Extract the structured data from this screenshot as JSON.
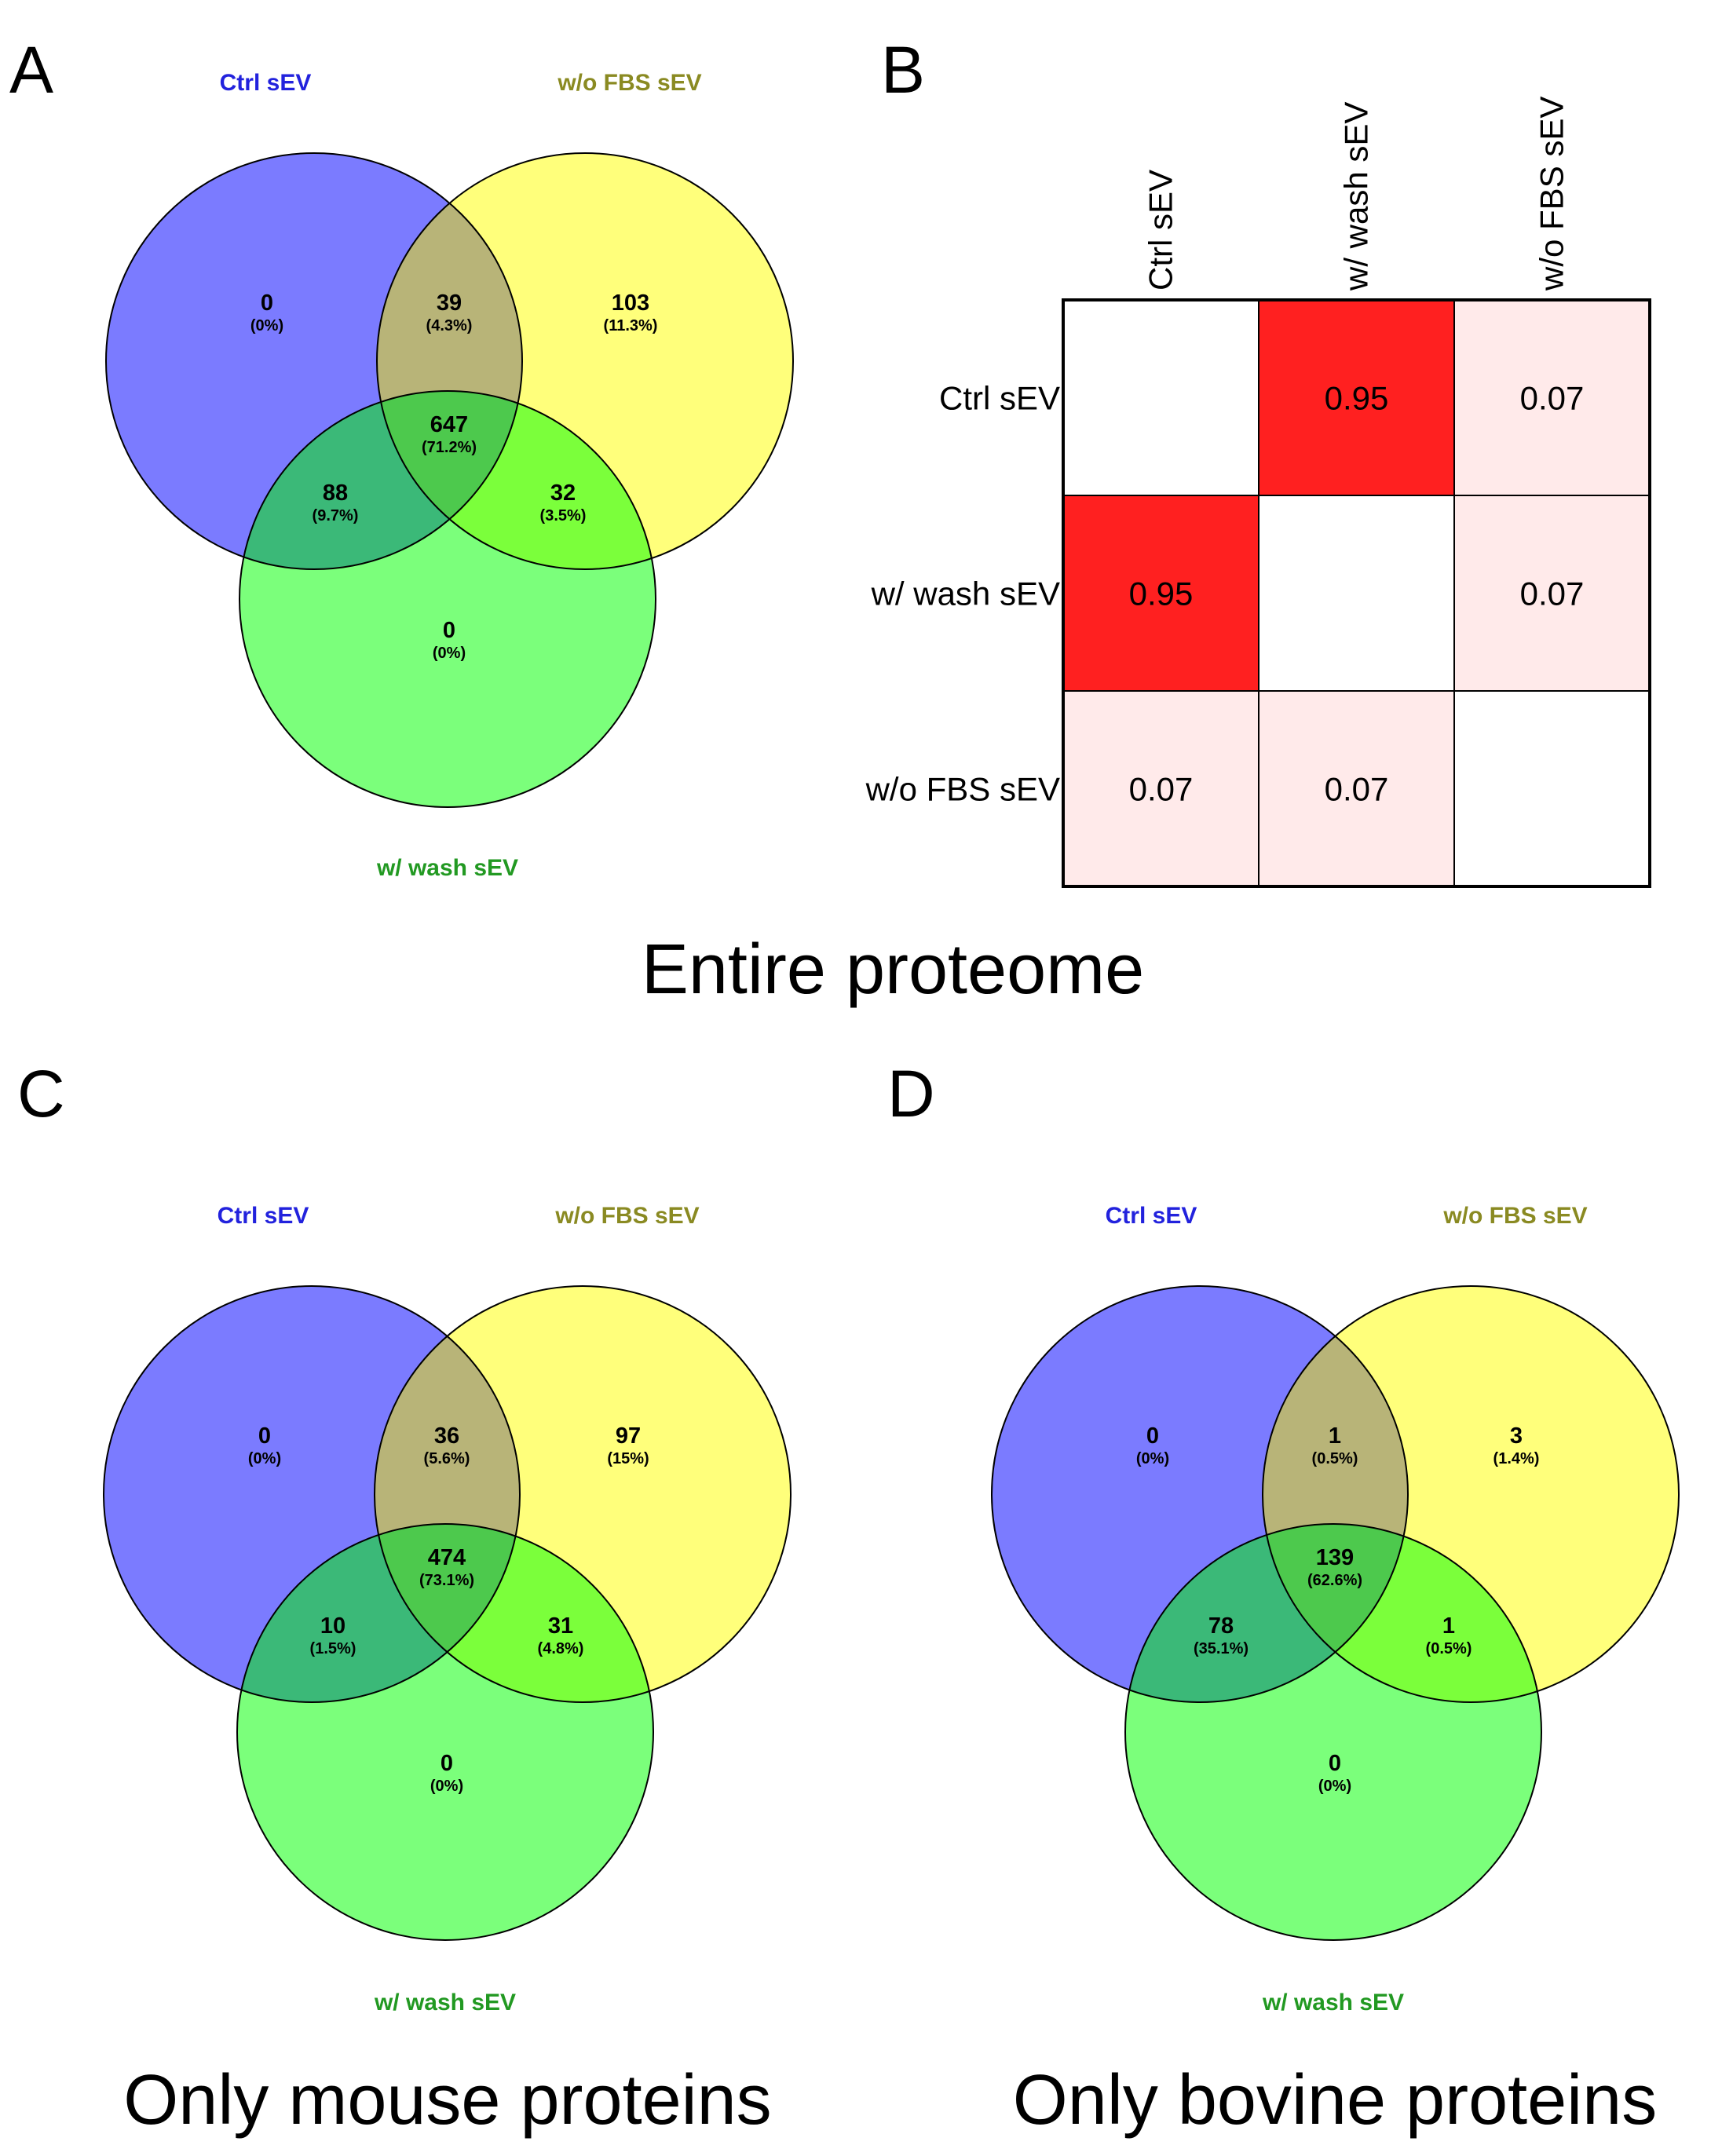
{
  "colors": {
    "ctrl": "#7b7bff",
    "wofbs": "#ffff7b",
    "wash": "#7bff7b",
    "ctrl_wofbs": "#b8b478",
    "ctrl_wash": "#3bb978",
    "wofbs_wash": "#7bff3b",
    "all_three": "#4dc94d",
    "ctrl_label": "#2222dd",
    "wofbs_label": "#8a8a22",
    "wash_label": "#229922",
    "hm_high": "#ff2020",
    "hm_low": "#ffeaea",
    "hm_none": "#ffffff"
  },
  "panels": {
    "A": {
      "letter": "A",
      "labels": {
        "ctrl": "Ctrl sEV",
        "wofbs": "w/o FBS sEV",
        "wash": "w/ wash sEV"
      },
      "regions": {
        "ctrl_only": {
          "count": "0",
          "pct": "(0%)"
        },
        "ctrl_wofbs": {
          "count": "39",
          "pct": "(4.3%)"
        },
        "wofbs_only": {
          "count": "103",
          "pct": "(11.3%)"
        },
        "all": {
          "count": "647",
          "pct": "(71.2%)"
        },
        "ctrl_wash": {
          "count": "88",
          "pct": "(9.7%)"
        },
        "wofbs_wash": {
          "count": "32",
          "pct": "(3.5%)"
        },
        "wash_only": {
          "count": "0",
          "pct": "(0%)"
        }
      }
    },
    "B": {
      "letter": "B",
      "columns": [
        "Ctrl sEV",
        "w/ wash sEV",
        "w/o FBS sEV"
      ],
      "rows": [
        "Ctrl sEV",
        "w/ wash sEV",
        "w/o FBS sEV"
      ],
      "cells": [
        [
          "",
          "0.95",
          "0.07"
        ],
        [
          "0.95",
          "",
          "0.07"
        ],
        [
          "0.07",
          "0.07",
          ""
        ]
      ]
    },
    "C": {
      "letter": "C",
      "labels": {
        "ctrl": "Ctrl sEV",
        "wofbs": "w/o FBS sEV",
        "wash": "w/ wash sEV"
      },
      "regions": {
        "ctrl_only": {
          "count": "0",
          "pct": "(0%)"
        },
        "ctrl_wofbs": {
          "count": "36",
          "pct": "(5.6%)"
        },
        "wofbs_only": {
          "count": "97",
          "pct": "(15%)"
        },
        "all": {
          "count": "474",
          "pct": "(73.1%)"
        },
        "ctrl_wash": {
          "count": "10",
          "pct": "(1.5%)"
        },
        "wofbs_wash": {
          "count": "31",
          "pct": "(4.8%)"
        },
        "wash_only": {
          "count": "0",
          "pct": "(0%)"
        }
      }
    },
    "D": {
      "letter": "D",
      "labels": {
        "ctrl": "Ctrl sEV",
        "wofbs": "w/o FBS sEV",
        "wash": "w/ wash sEV"
      },
      "regions": {
        "ctrl_only": {
          "count": "0",
          "pct": "(0%)"
        },
        "ctrl_wofbs": {
          "count": "1",
          "pct": "(0.5%)"
        },
        "wofbs_only": {
          "count": "3",
          "pct": "(1.4%)"
        },
        "all": {
          "count": "139",
          "pct": "(62.6%)"
        },
        "ctrl_wash": {
          "count": "78",
          "pct": "(35.1%)"
        },
        "wofbs_wash": {
          "count": "1",
          "pct": "(0.5%)"
        },
        "wash_only": {
          "count": "0",
          "pct": "(0%)"
        }
      }
    }
  },
  "captions": {
    "top": "Entire proteome",
    "bottom_left": "Only mouse proteins",
    "bottom_right": "Only bovine proteins"
  }
}
